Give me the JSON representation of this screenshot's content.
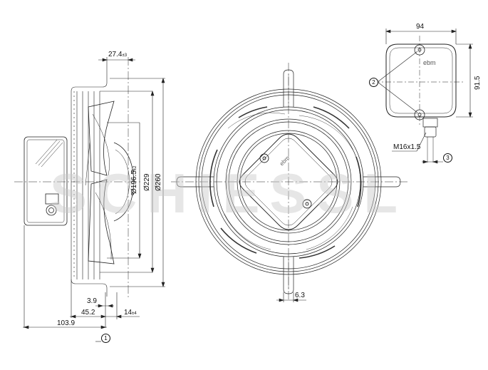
{
  "drawing": {
    "type": "technical-dimension-drawing",
    "subject": "axial fan with finger guard and terminal box",
    "line_color": "#222222",
    "watermark": "SCHIESSL",
    "watermark_color": "#c8c8c8",
    "brand_mark": "ebm"
  },
  "side_view": {
    "dimensions": {
      "top_offset": "27.4",
      "top_offset_tol": "±3",
      "dia_inner": "Ø196.5",
      "dia_inner_tol": "±2",
      "dia_mid": "Ø229",
      "dia_outer": "Ø260",
      "dim_3_9": "3.9",
      "dim_45_2": "45.2",
      "dim_14": "14",
      "dim_14_tol": "±4",
      "overall_depth": "103.9"
    },
    "callout": "1"
  },
  "front_view": {
    "dimensions": {
      "bracket_width": "6.3"
    }
  },
  "terminal_box_view": {
    "dimensions": {
      "width": "94",
      "height": "91.5",
      "cable_gland": "M16x1.5"
    },
    "callouts": [
      "2",
      "3"
    ]
  }
}
